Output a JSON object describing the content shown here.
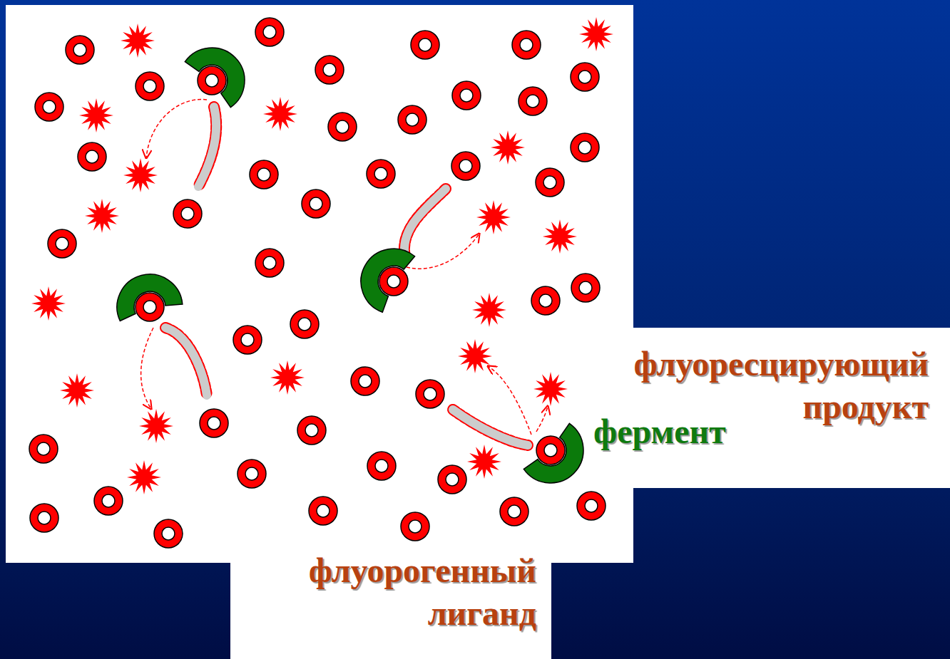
{
  "diagram": {
    "labels": [
      "флуоресцирующий продукт",
      "фермент",
      "флуорогенный лиганд"
    ]
  }
}
